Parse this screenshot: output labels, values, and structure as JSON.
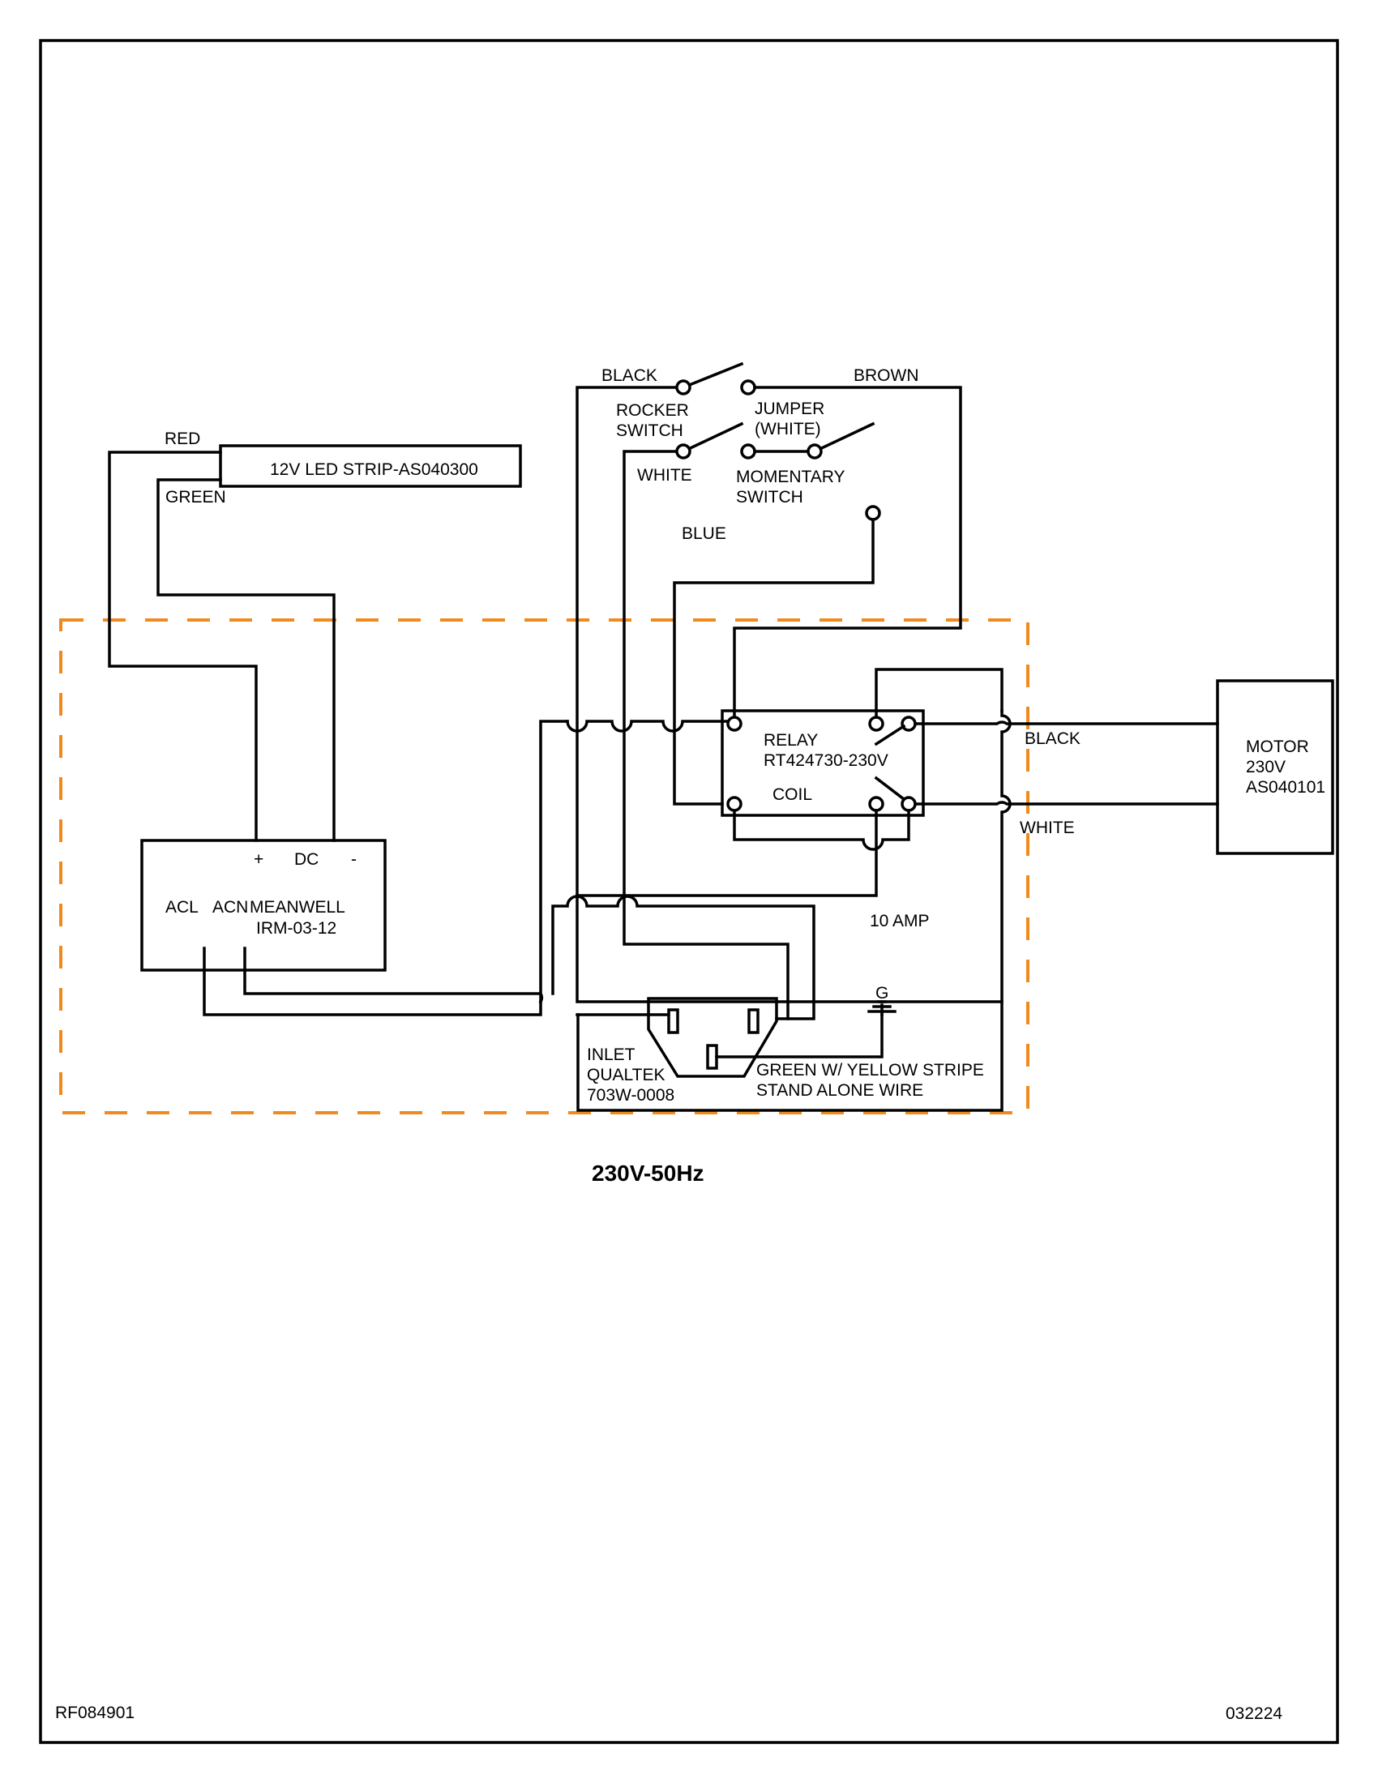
{
  "diagram": {
    "title": "230V-50Hz",
    "doc_number": "RF084901",
    "date_code": "032224",
    "colors": {
      "ink": "#000000",
      "enclosure_outline": "#f08a1e",
      "background": "#ffffff"
    },
    "wire_colors": {
      "red": "RED",
      "green": "GREEN",
      "black_top": "BLACK",
      "brown": "BROWN",
      "white_sw": "WHITE",
      "blue": "BLUE",
      "black_motor": "BLACK",
      "white_motor": "WHITE",
      "ground_wire": "GREEN W/ YELLOW STRIPE",
      "ground_note": "STAND ALONE WIRE"
    },
    "components": {
      "led_strip": "12V LED STRIP-AS040300",
      "rocker_switch": [
        "ROCKER",
        "SWITCH"
      ],
      "jumper": [
        "JUMPER",
        "(WHITE)"
      ],
      "momentary_switch": [
        "MOMENTARY",
        "SWITCH"
      ],
      "relay": [
        "RELAY",
        "RT424730-230V"
      ],
      "relay_coil": "COIL",
      "psu": {
        "plus": "+",
        "dc": "DC",
        "minus": "-",
        "acl": "ACL",
        "acn": "ACN",
        "name": [
          "MEANWELL",
          "IRM-03-12"
        ]
      },
      "motor": [
        "MOTOR",
        "230V",
        "AS040101"
      ],
      "fuse": "10 AMP",
      "ground_symbol": "G",
      "inlet": [
        "INLET",
        "QUALTEK",
        "703W-0008"
      ]
    }
  }
}
